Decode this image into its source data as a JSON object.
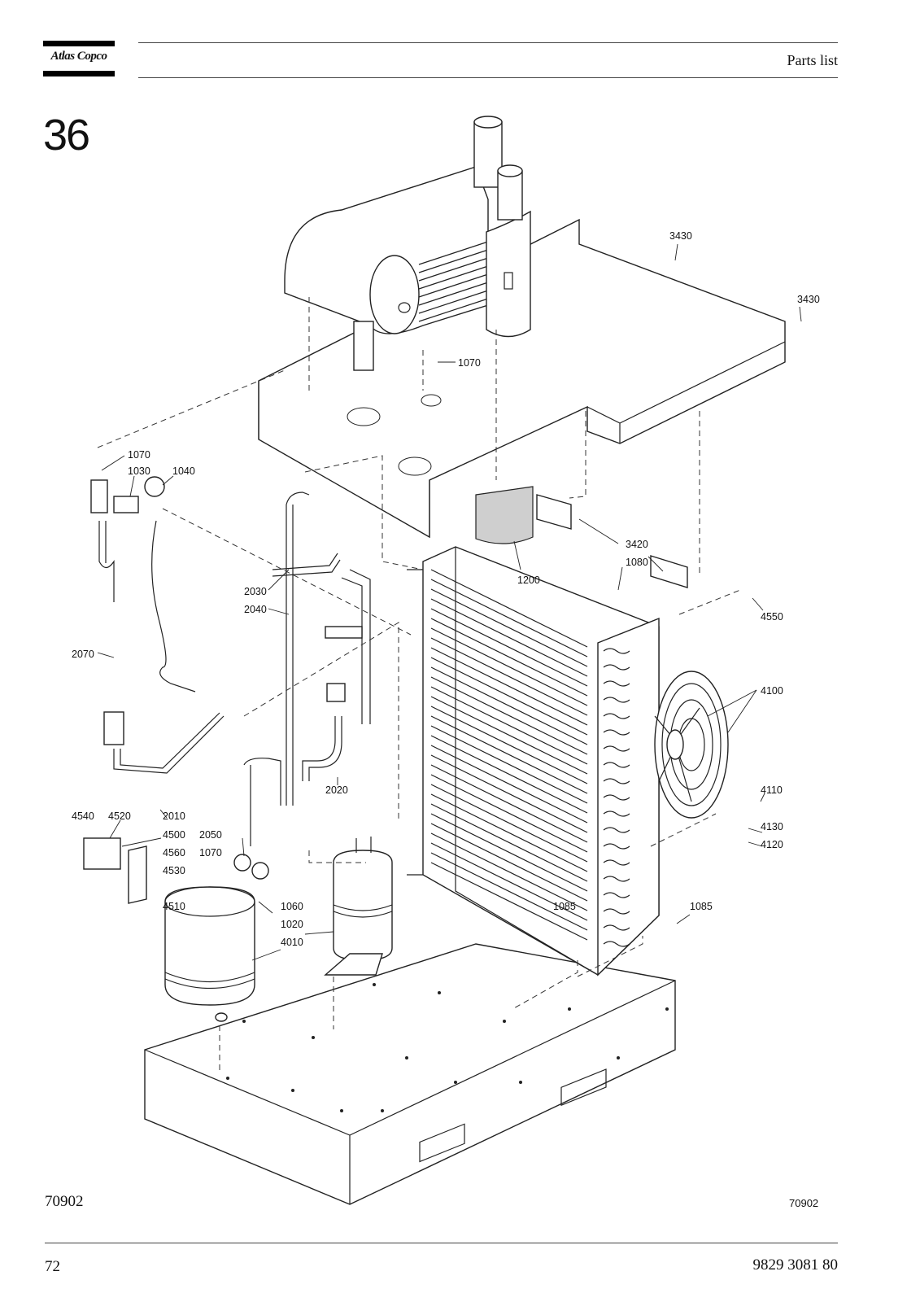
{
  "header": {
    "brand": "Atlas Copco",
    "section_title": "Parts list"
  },
  "section_number": "36",
  "figure": {
    "drawing_number_left": "70902",
    "drawing_number_right": "70902",
    "part_labels": [
      {
        "id": "l3430a",
        "text": "3430"
      },
      {
        "id": "l3430b",
        "text": "3430"
      },
      {
        "id": "l1070a",
        "text": "1070"
      },
      {
        "id": "l1070b",
        "text": "1070"
      },
      {
        "id": "l1030",
        "text": "1030"
      },
      {
        "id": "l1040",
        "text": "1040"
      },
      {
        "id": "l3420",
        "text": "3420"
      },
      {
        "id": "l1080",
        "text": "1080"
      },
      {
        "id": "l1200",
        "text": "1200"
      },
      {
        "id": "l2030",
        "text": "2030"
      },
      {
        "id": "l2040",
        "text": "2040"
      },
      {
        "id": "l4550",
        "text": "4550"
      },
      {
        "id": "l2070",
        "text": "2070"
      },
      {
        "id": "l4100",
        "text": "4100"
      },
      {
        "id": "l2020",
        "text": "2020"
      },
      {
        "id": "l4110",
        "text": "4110"
      },
      {
        "id": "l4540",
        "text": "4540"
      },
      {
        "id": "l4520",
        "text": "4520"
      },
      {
        "id": "l2010",
        "text": "2010"
      },
      {
        "id": "l4130",
        "text": "4130"
      },
      {
        "id": "l4500",
        "text": "4500"
      },
      {
        "id": "l2050",
        "text": "2050"
      },
      {
        "id": "l4120",
        "text": "4120"
      },
      {
        "id": "l4560",
        "text": "4560"
      },
      {
        "id": "l1070c",
        "text": "1070"
      },
      {
        "id": "l4530",
        "text": "4530"
      },
      {
        "id": "l4510",
        "text": "4510"
      },
      {
        "id": "l1060",
        "text": "1060"
      },
      {
        "id": "l1085a",
        "text": "1085"
      },
      {
        "id": "l1085b",
        "text": "1085"
      },
      {
        "id": "l1020",
        "text": "1020"
      },
      {
        "id": "l4010",
        "text": "4010"
      }
    ]
  },
  "footer": {
    "page_number": "72",
    "doc_number": "9829 3081 80"
  }
}
